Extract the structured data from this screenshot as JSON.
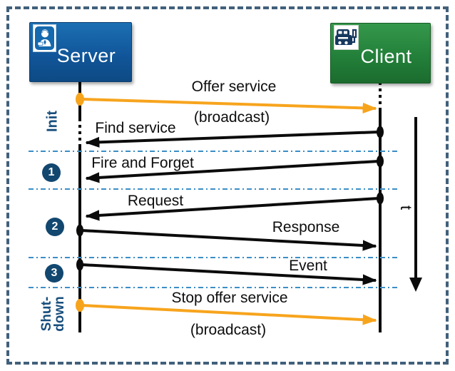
{
  "diagram": {
    "type": "sequence-diagram",
    "actors": {
      "server": {
        "label": "Server",
        "icon": "server-agent-icon",
        "color": "#11569A"
      },
      "client": {
        "label": "Client",
        "icon": "client-car-icon",
        "color": "#23803A"
      }
    },
    "sections": {
      "init": {
        "label": "Init"
      },
      "s1": {
        "badge": "1"
      },
      "s2": {
        "badge": "2"
      },
      "s3": {
        "badge": "3"
      },
      "shutdown": {
        "label": "Shut-down",
        "line1": "Shut-",
        "line2": "down"
      }
    },
    "messages": [
      {
        "name": "offer-service",
        "label": "Offer service",
        "sublabel": "(broadcast)",
        "from": "Server",
        "to": "Client",
        "color": "#F7A41D"
      },
      {
        "name": "find-service",
        "label": "Find service",
        "from": "Client",
        "to": "Server",
        "color": "#0B0B0B"
      },
      {
        "name": "fire-and-forget",
        "label": "Fire and Forget",
        "from": "Client",
        "to": "Server",
        "color": "#0B0B0B"
      },
      {
        "name": "request",
        "label": "Request",
        "from": "Client",
        "to": "Server",
        "color": "#0B0B0B"
      },
      {
        "name": "response",
        "label": "Response",
        "from": "Server",
        "to": "Client",
        "color": "#0B0B0B"
      },
      {
        "name": "event",
        "label": "Event",
        "from": "Server",
        "to": "Client",
        "color": "#0B0B0B"
      },
      {
        "name": "stop-offer-service",
        "label": "Stop offer service",
        "sublabel": "(broadcast)",
        "from": "Server",
        "to": "Client",
        "color": "#F7A41D"
      }
    ],
    "time_axis": {
      "label": "t"
    },
    "colors": {
      "accent_orange": "#F7A41D",
      "line_black": "#0B0B0B",
      "separator_blue": "#3B8EC6",
      "badge_navy": "#12476F",
      "side_label_navy": "#174E7C",
      "frame_border": "#41607B",
      "server_blue": "#11569A",
      "client_green": "#23803A"
    }
  }
}
